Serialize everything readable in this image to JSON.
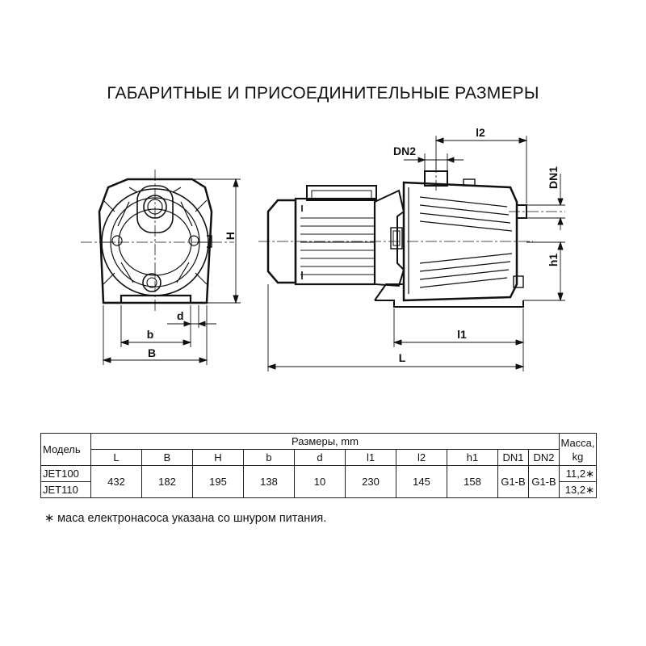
{
  "title": "ГАБАРИТНЫЕ И ПРИСОЕДИНИТЕЛЬНЫЕ РАЗМЕРЫ",
  "dimension_labels": {
    "H": "H",
    "d": "d",
    "b": "b",
    "B": "B",
    "DN2": "DN2",
    "l2": "l2",
    "DN1": "DN1",
    "h1": "h1",
    "l1": "l1",
    "L": "L"
  },
  "table": {
    "model_header": "Модель",
    "sizes_header": "Размеры, mm",
    "mass_header_line1": "Масса,",
    "mass_header_line2": "kg",
    "columns": [
      "L",
      "B",
      "H",
      "b",
      "d",
      "l1",
      "l2",
      "h1",
      "DN1",
      "DN2"
    ],
    "shared_values": [
      "432",
      "182",
      "195",
      "138",
      "10",
      "230",
      "145",
      "158",
      "G1-B",
      "G1-B"
    ],
    "rows": [
      {
        "model": "JET100",
        "mass": "11,2∗"
      },
      {
        "model": "JET110",
        "mass": "13,2∗"
      }
    ]
  },
  "footnote": "∗ маса електронасоса указана со шнуром питания."
}
